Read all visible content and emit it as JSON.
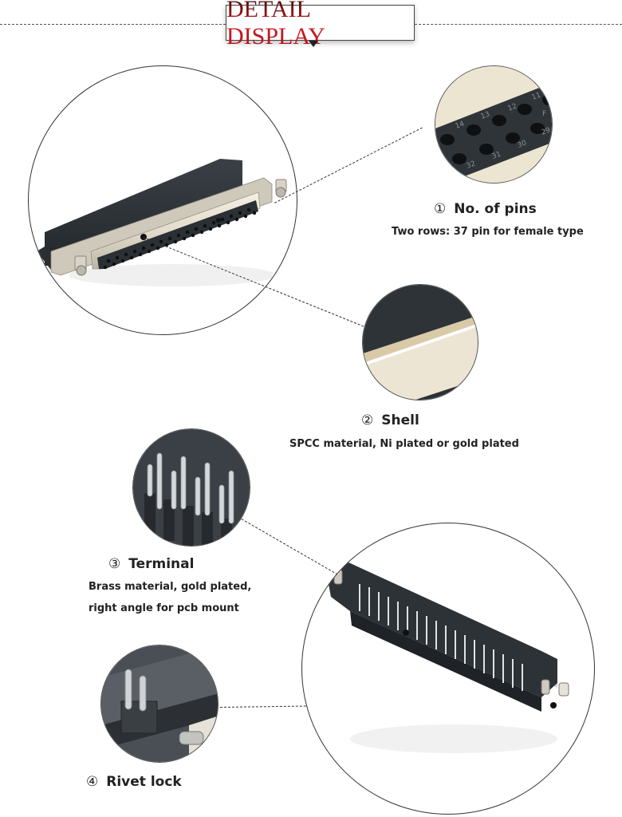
{
  "header": {
    "title": "DETAIL DISPLAY"
  },
  "features": [
    {
      "number": "①",
      "title": "No. of pins",
      "description": [
        "Two rows: 37 pin for female type"
      ],
      "image": "pin-rows-closeup"
    },
    {
      "number": "②",
      "title": "Shell",
      "description": [
        "SPCC material, Ni plated or gold plated"
      ],
      "image": "shell-closeup"
    },
    {
      "number": "③",
      "title": "Terminal",
      "description": [
        "Brass material, gold plated,",
        "right angle for pcb mount"
      ],
      "image": "terminal-closeup"
    },
    {
      "number": "④",
      "title": "Rivet lock",
      "description": [],
      "image": "rivet-lock-closeup"
    }
  ],
  "product_images": {
    "front": "db37-female-connector-front-view",
    "rear": "db37-right-angle-pcb-rear-view"
  },
  "pin_labels_visible": [
    "14",
    "13",
    "12",
    "11",
    "F",
    "32",
    "31",
    "30",
    "29"
  ],
  "colors": {
    "title_red": "#c8141e",
    "insulator": "#2e3338",
    "shell": "#e8e2d2",
    "text": "#222222"
  }
}
